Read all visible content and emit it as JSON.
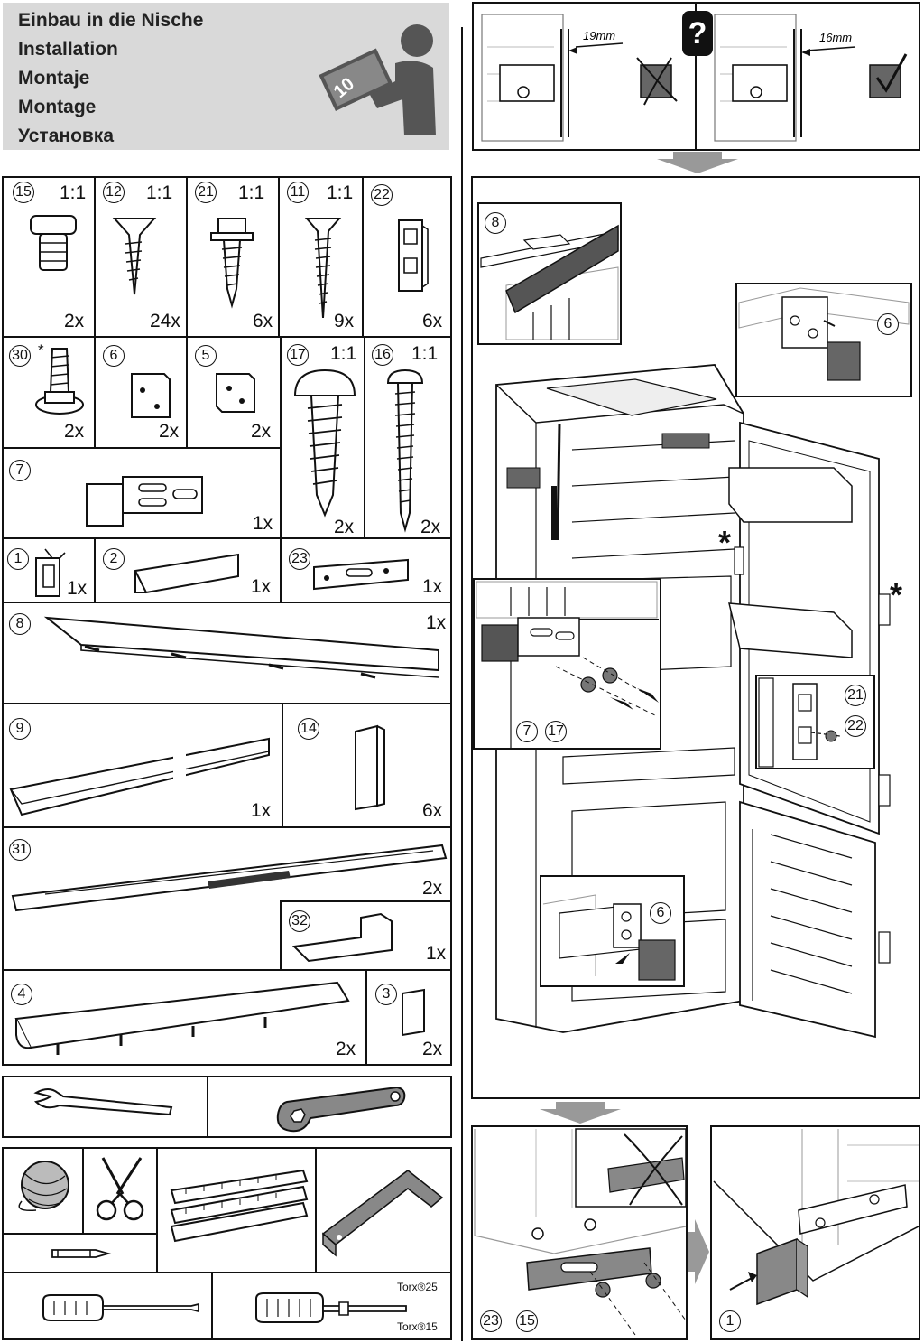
{
  "title_lines": [
    "Einbau in die Nische",
    "Installation",
    "Montaje",
    "Montage",
    "Установка"
  ],
  "manual_page_number": "10",
  "parts": {
    "p15": {
      "num": "15",
      "scale": "1:1",
      "qty": "2x"
    },
    "p12": {
      "num": "12",
      "scale": "1:1",
      "qty": "24x"
    },
    "p21": {
      "num": "21",
      "scale": "1:1",
      "qty": "6x"
    },
    "p11": {
      "num": "11",
      "scale": "1:1",
      "qty": "9x"
    },
    "p22": {
      "num": "22",
      "qty": "6x"
    },
    "p30": {
      "num": "30",
      "note": "*",
      "qty": "2x"
    },
    "p6": {
      "num": "6",
      "qty": "2x"
    },
    "p5": {
      "num": "5",
      "qty": "2x"
    },
    "p17": {
      "num": "17",
      "scale": "1:1",
      "qty": "2x"
    },
    "p16": {
      "num": "16",
      "scale": "1:1",
      "qty": "2x"
    },
    "p7": {
      "num": "7",
      "qty": "1x"
    },
    "p1": {
      "num": "1",
      "qty": "1x"
    },
    "p2": {
      "num": "2",
      "qty": "1x"
    },
    "p23": {
      "num": "23",
      "qty": "1x"
    },
    "p8": {
      "num": "8",
      "qty": "1x"
    },
    "p9": {
      "num": "9",
      "qty": "1x"
    },
    "p14": {
      "num": "14",
      "qty": "6x"
    },
    "p31": {
      "num": "31",
      "qty": "2x"
    },
    "p32": {
      "num": "32",
      "qty": "1x"
    },
    "p4": {
      "num": "4",
      "qty": "2x"
    },
    "p3": {
      "num": "3",
      "qty": "2x"
    }
  },
  "tools": {
    "torx_a": "Torx®25",
    "torx_b": "Torx®15"
  },
  "step_top": {
    "left_dim": "19mm",
    "right_dim": "16mm",
    "question": "?"
  },
  "step_main": {
    "label_8": "8",
    "label_6a": "6",
    "label_6b": "6",
    "label_7": "7",
    "label_17": "17",
    "label_21": "21",
    "label_22": "22",
    "star": "*"
  },
  "step_bottom": {
    "label_23": "23",
    "label_15": "15",
    "label_1": "1"
  }
}
